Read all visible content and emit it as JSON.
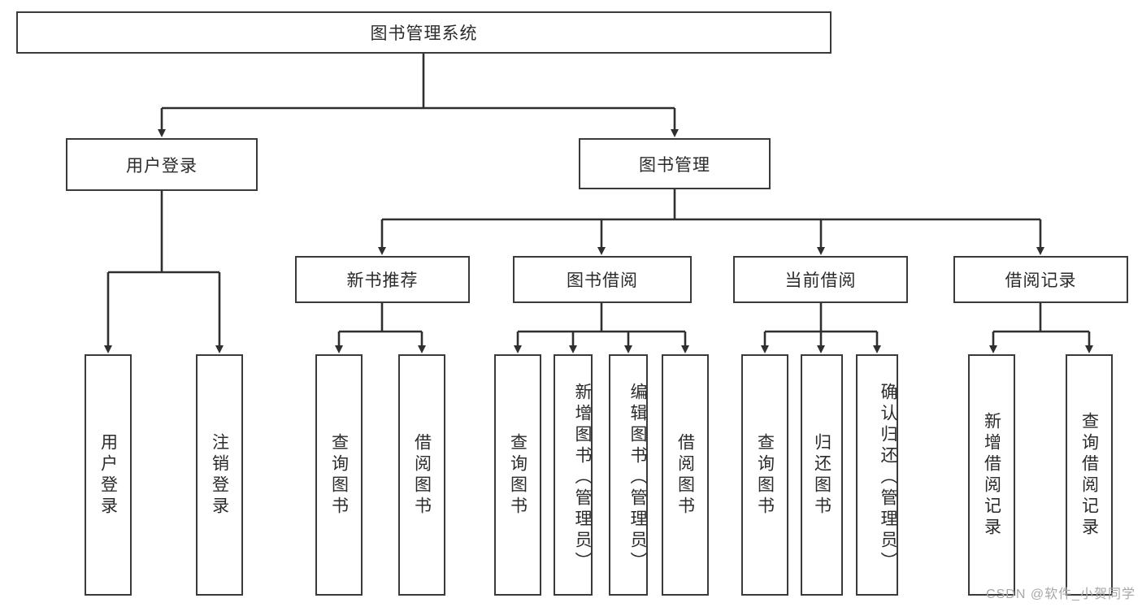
{
  "diagram": {
    "title": "图书管理系统",
    "type": "hierarchy-tree",
    "root": {
      "label": "图书管理系统"
    },
    "level1": [
      {
        "label": "用户登录"
      },
      {
        "label": "图书管理"
      }
    ],
    "level2": [
      {
        "label": "新书推荐",
        "parent": "图书管理"
      },
      {
        "label": "图书借阅",
        "parent": "图书管理"
      },
      {
        "label": "当前借阅",
        "parent": "图书管理"
      },
      {
        "label": "借阅记录",
        "parent": "图书管理"
      }
    ],
    "leaves": [
      {
        "label": "用户登录",
        "parent": "用户登录"
      },
      {
        "label": "注销登录",
        "parent": "用户登录"
      },
      {
        "label": "查询图书",
        "parent": "新书推荐"
      },
      {
        "label": "借阅图书",
        "parent": "新书推荐"
      },
      {
        "label": "查询图书",
        "parent": "图书借阅"
      },
      {
        "label": "新增图书（管理员）",
        "parent": "图书借阅"
      },
      {
        "label": "编辑图书（管理员）",
        "parent": "图书借阅"
      },
      {
        "label": "借阅图书",
        "parent": "图书借阅"
      },
      {
        "label": "查询图书",
        "parent": "当前借阅"
      },
      {
        "label": "归还图书",
        "parent": "当前借阅"
      },
      {
        "label": "确认归还（管理员）",
        "parent": "当前借阅"
      },
      {
        "label": "新增借阅记录",
        "parent": "借阅记录"
      },
      {
        "label": "查询借阅记录",
        "parent": "借阅记录"
      }
    ]
  },
  "watermark": {
    "text": "CSDN @软件_小贺同学"
  },
  "colors": {
    "background": "#ffffff",
    "box_border": "#3a3a3a",
    "box_fill": "#ffffff",
    "text": "#2b2b2b",
    "connector": "#2f2f2f",
    "watermark": "#a7a7a7"
  }
}
